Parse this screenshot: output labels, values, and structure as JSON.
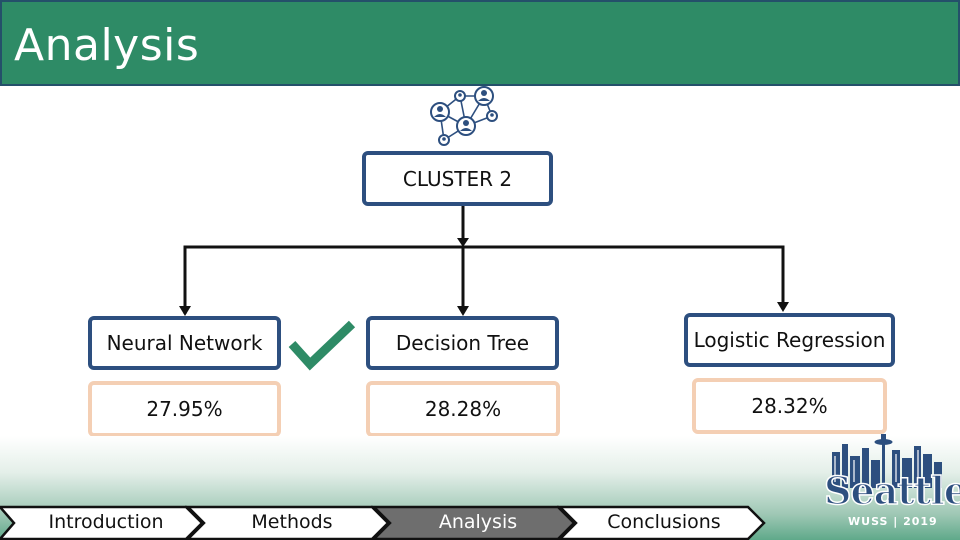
{
  "header": {
    "title": "Analysis"
  },
  "cluster": {
    "label": "CLUSTER 2"
  },
  "models": [
    {
      "name": "Neural Network",
      "result": "27.95%",
      "selected": true
    },
    {
      "name": "Decision Tree",
      "result": "28.28%",
      "selected": false
    },
    {
      "name": "Logistic Regression",
      "result": "28.32%",
      "selected": false
    }
  ],
  "nav": {
    "items": [
      {
        "label": "Introduction",
        "active": false
      },
      {
        "label": "Methods",
        "active": false
      },
      {
        "label": "Analysis",
        "active": true
      },
      {
        "label": "Conclusions",
        "active": false
      }
    ]
  },
  "logo": {
    "word": "Seattle",
    "sub": "WUSS | 2019"
  },
  "colors": {
    "header_bg": "#2e8b66",
    "box_border": "#2d4f7f",
    "result_border": "#f4cfb4",
    "check": "#2e8b66",
    "nav_active": "#6e6e6e"
  },
  "icons": {
    "cluster": "network-people-icon",
    "selected": "checkmark-icon"
  }
}
